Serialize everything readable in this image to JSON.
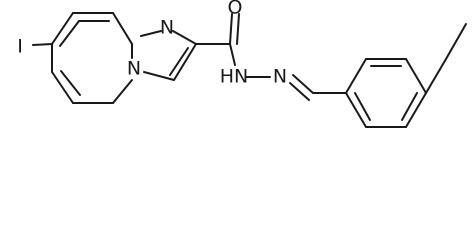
{
  "molecule": {
    "atoms": {
      "iodine": "I",
      "ring_nitrogen_top": "N",
      "ring_nitrogen_bridge": "N",
      "carbonyl_oxygen": "O",
      "hydrazide_nitrogen": "HN",
      "imine_nitrogen": "N"
    }
  }
}
